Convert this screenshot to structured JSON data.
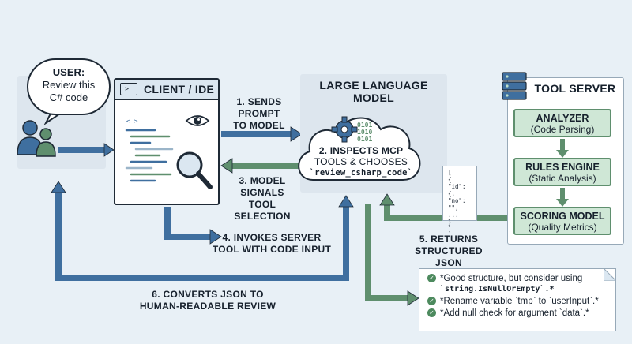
{
  "user": {
    "bubble_label": "USER:",
    "bubble_line1": "Review this",
    "bubble_line2": "C# code"
  },
  "client": {
    "title": "CLIENT / IDE",
    "prompt_glyph": ">_",
    "code_glyph": "< >"
  },
  "llm": {
    "title": "LARGE LANGUAGE MODEL",
    "binary_lines": [
      "0101",
      "1010",
      "0101"
    ],
    "step_line1": "2. INSPECTS MCP",
    "step_line2": "TOOLS & CHOOSES",
    "step_line3": "`review_csharp_code`"
  },
  "tool_server": {
    "title": "TOOL SERVER",
    "stages": [
      {
        "title": "ANALYZER",
        "subtitle": "(Code Parsing)"
      },
      {
        "title": "RULES ENGINE",
        "subtitle": "(Static Analysis)"
      },
      {
        "title": "SCORING MODEL",
        "subtitle": "(Quality Metrics)"
      }
    ]
  },
  "json_sample": {
    "lines": [
      "[",
      "  {",
      "   \"id\": {,",
      "   \"no\": \"\",",
      "    ...",
      "  }",
      "]"
    ]
  },
  "steps": {
    "s1": [
      "1. SENDS",
      "PROMPT",
      "TO MODEL"
    ],
    "s3": [
      "3. MODEL",
      "SIGNALS",
      "TOOL SELECTION"
    ],
    "s4": [
      "4. INVOKES SERVER",
      "TOOL WITH CODE INPUT"
    ],
    "s5": [
      "5. RETURNS",
      "STRUCTURED JSON"
    ],
    "s6": [
      "6. CONVERTS JSON TO",
      "HUMAN-READABLE REVIEW"
    ]
  },
  "review": {
    "items": [
      {
        "line1": "*Good structure, but consider using",
        "line2": "`string.IsNullOrEmpty`.*"
      },
      {
        "line1": "*Rename variable `tmp` to `userInput`.*",
        "line2": ""
      },
      {
        "line1": "*Add null check for argument `data`.*",
        "line2": ""
      }
    ]
  },
  "colors": {
    "background": "#e8f0f6",
    "arrow_blue": "#3f6f9f",
    "arrow_green": "#5f8f6e",
    "green_box": "#cfe7d6",
    "outline": "#1f2a36",
    "cloud": "#ffffff"
  }
}
